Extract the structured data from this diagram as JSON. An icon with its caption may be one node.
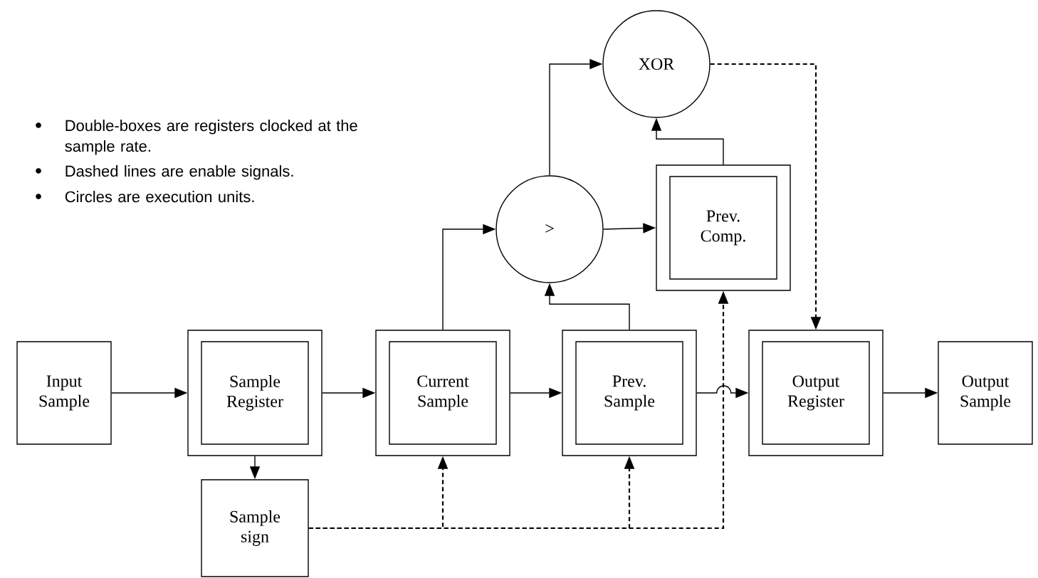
{
  "diagram": {
    "nodes": [
      {
        "text": [
          "Input Sample"
        ]
      },
      {
        "text": [
          "Sample Register"
        ]
      },
      {
        "text": [
          "Current Sample"
        ]
      },
      {
        "text": [
          "Prev. Sample"
        ]
      },
      {
        "text": [
          "Output Register"
        ]
      },
      {
        "text": [
          "Output Sample"
        ]
      },
      {
        "text": [
          "Sample sign"
        ]
      },
      {
        "text": [
          ">"
        ]
      },
      {
        "text": [
          "Prev. Comp."
        ]
      },
      {
        "text": [
          "XOR"
        ]
      }
    ],
    "edges": [
      {
        "from": 0,
        "to": 1,
        "arrow": "to"
      },
      {
        "from": 1,
        "to": 2,
        "arrow": "to"
      },
      {
        "from": 2,
        "to": 3,
        "arrow": "to"
      },
      {
        "from": 3,
        "to": 4,
        "arrow": "to"
      },
      {
        "from": 4,
        "to": 5,
        "arrow": "to"
      },
      {
        "from": 1,
        "to": 6,
        "arrow": "to"
      },
      {
        "from": 2,
        "to": 7,
        "arrow": "to"
      },
      {
        "from": 3,
        "to": 7,
        "arrow": "to"
      },
      {
        "from": 7,
        "to": 8,
        "arrow": "to"
      },
      {
        "from": 7,
        "to": 9,
        "arrow": "to"
      },
      {
        "from": 8,
        "to": 9,
        "arrow": "to"
      },
      {
        "from": 9,
        "to": 4,
        "arrow": "to",
        "style": "dashed"
      },
      {
        "from": 6,
        "to": 2,
        "arrow": "to",
        "style": "dashed"
      },
      {
        "from": 6,
        "to": 3,
        "arrow": "to",
        "style": "dashed"
      },
      {
        "from": 6,
        "to": 8,
        "arrow": "to",
        "style": "dashed"
      }
    ],
    "labels": [
      "Double-boxes are registers clocked at the sample rate.",
      "Dashed lines are enable signals.",
      "Circles are execution units."
    ]
  }
}
